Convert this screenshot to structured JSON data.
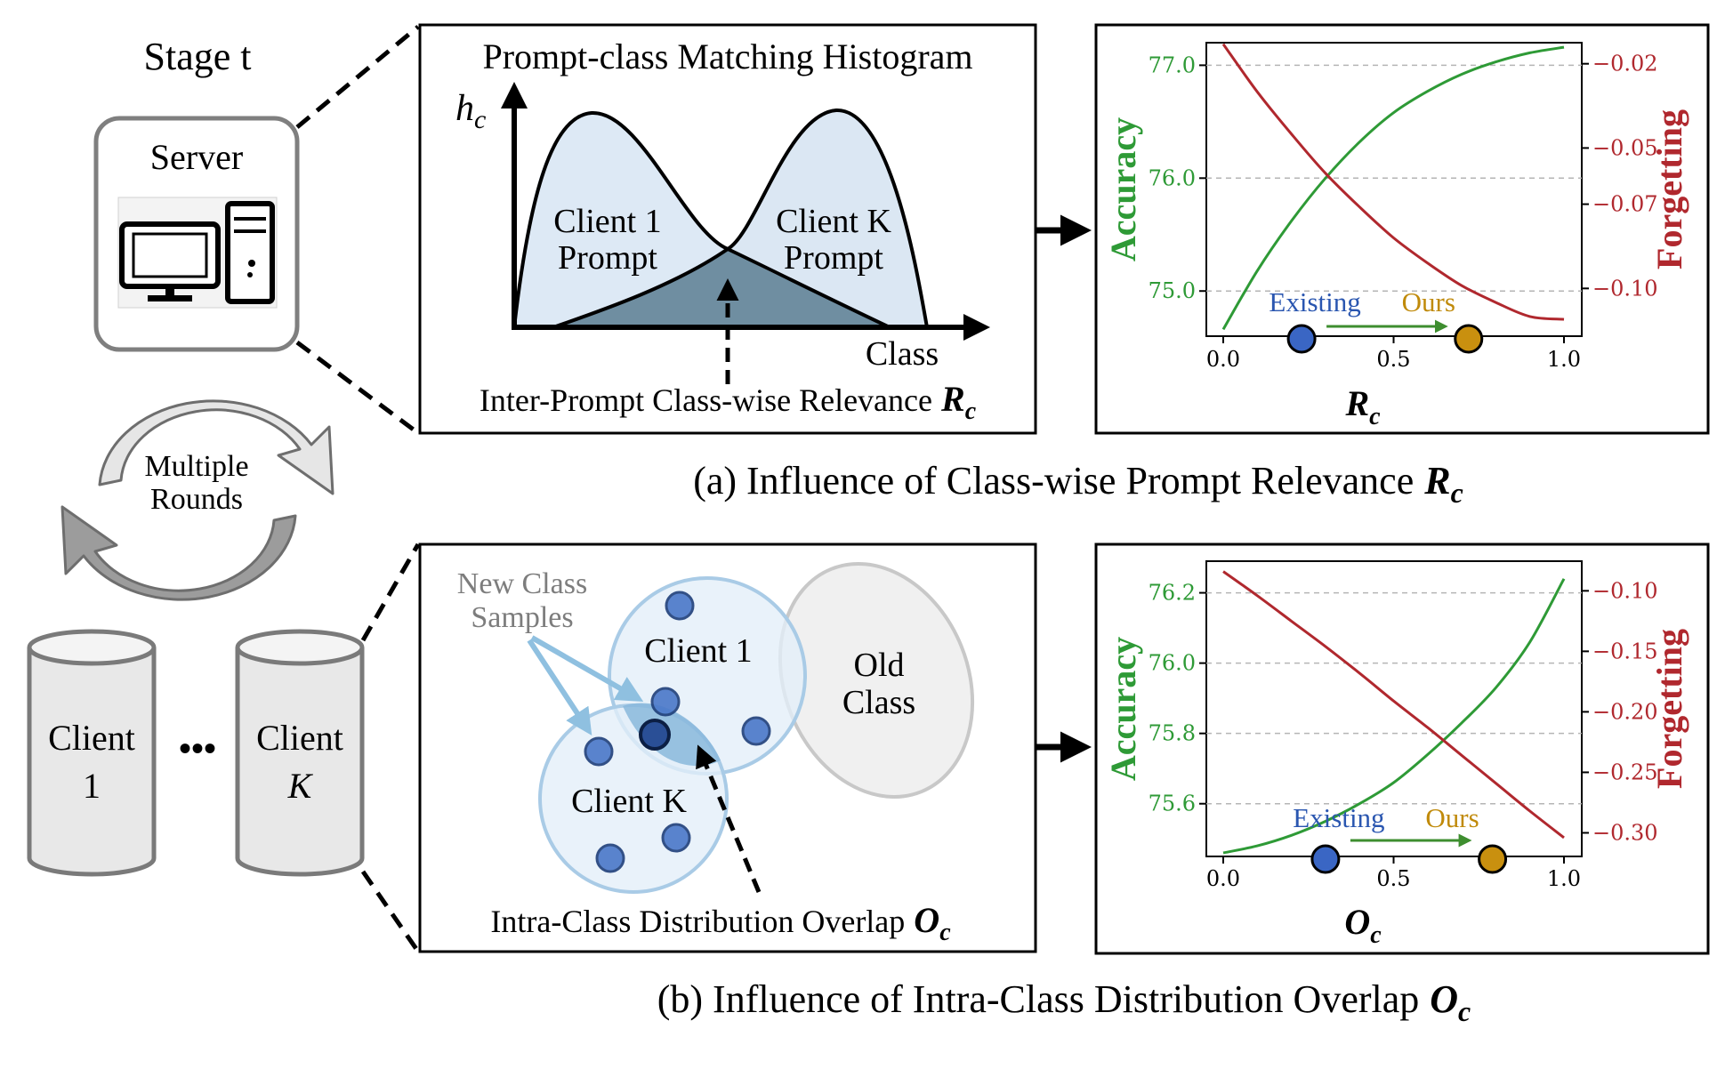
{
  "left": {
    "stage_title": "Stage t",
    "server_label": "Server",
    "rounds_line1": "Multiple",
    "rounds_line2": "Rounds",
    "client_word": "Client",
    "client1_index": "1",
    "clientk_index": "K",
    "ellipsis": "•••"
  },
  "panel_a": {
    "histogram_title": "Prompt-class Matching Histogram",
    "y_symbol": "h",
    "y_subscript": "c",
    "client1_line1": "Client 1",
    "client1_line2": "Prompt",
    "clientk_line1": "Client K",
    "clientk_line2": "Prompt",
    "x_label": "Class",
    "relevance_text": "Inter-Prompt Class-wise Relevance",
    "caption": "(a) Influence of Class-wise Prompt Relevance"
  },
  "panel_b": {
    "samples_line1": "New Class",
    "samples_line2": "Samples",
    "client1_label": "Client 1",
    "clientk_label": "Client K",
    "old_line1": "Old",
    "old_line2": "Class",
    "overlap_text": "Intra-Class Distribution Overlap",
    "caption": "(b) Influence of Intra-Class Distribution Overlap"
  },
  "math": {
    "R": "R",
    "O": "O",
    "c": "c"
  },
  "colors": {
    "accuracy": "#2e9a36",
    "forgetting": "#b0282e",
    "existing_dot": "#3a66c4",
    "ours_dot": "#c9900f",
    "existing_text": "#2a56b0",
    "ours_text": "#c08a0a",
    "arrow": "#3e8e2f"
  },
  "chart_data": [
    {
      "type": "line",
      "title": "",
      "xlabel": "R_c",
      "ylabel": "Accuracy",
      "y2label": "Forgetting",
      "xlim": [
        0.0,
        1.0
      ],
      "ylim": [
        74.6,
        77.2
      ],
      "y2lim": [
        -0.117,
        -0.0125
      ],
      "x_ticks": [
        "0.0",
        "0.5",
        "1.0"
      ],
      "y_ticks": [
        "75.0",
        "76.0",
        "77.0"
      ],
      "y2_ticks": [
        "−0.02",
        "−0.05",
        "−0.07",
        "−0.10"
      ],
      "grid": true,
      "series": [
        {
          "name": "Accuracy",
          "axis": "left",
          "x": [
            0.0,
            0.1,
            0.2,
            0.3,
            0.4,
            0.5,
            0.6,
            0.7,
            0.8,
            0.9,
            1.0
          ],
          "y": [
            74.66,
            75.18,
            75.62,
            76.0,
            76.32,
            76.58,
            76.77,
            76.92,
            77.03,
            77.11,
            77.16
          ]
        },
        {
          "name": "Forgetting",
          "axis": "right",
          "x": [
            0.0,
            0.1,
            0.2,
            0.3,
            0.4,
            0.5,
            0.6,
            0.7,
            0.8,
            0.9,
            1.0
          ],
          "y": [
            -0.013,
            -0.03,
            -0.045,
            -0.059,
            -0.071,
            -0.082,
            -0.091,
            -0.099,
            -0.105,
            -0.11,
            -0.111
          ]
        }
      ],
      "markers": [
        {
          "label": "Existing",
          "x": 0.23
        },
        {
          "label": "Ours",
          "x": 0.72
        }
      ]
    },
    {
      "type": "line",
      "title": "",
      "xlabel": "O_c",
      "ylabel": "Accuracy",
      "y2label": "Forgetting",
      "xlim": [
        0.0,
        1.0
      ],
      "ylim": [
        75.45,
        76.29
      ],
      "y2lim": [
        -0.3195,
        -0.0755
      ],
      "x_ticks": [
        "0.0",
        "0.5",
        "1.0"
      ],
      "y_ticks": [
        "75.6",
        "75.8",
        "76.0",
        "76.2"
      ],
      "y2_ticks": [
        "−0.10",
        "−0.15",
        "−0.20",
        "−0.25",
        "−0.30"
      ],
      "grid": true,
      "series": [
        {
          "name": "Accuracy",
          "axis": "left",
          "x": [
            0.0,
            0.1,
            0.2,
            0.3,
            0.4,
            0.5,
            0.6,
            0.7,
            0.8,
            0.9,
            1.0
          ],
          "y": [
            75.46,
            75.48,
            75.51,
            75.55,
            75.6,
            75.66,
            75.74,
            75.83,
            75.93,
            76.06,
            76.24
          ]
        },
        {
          "name": "Forgetting",
          "axis": "right",
          "x": [
            0.0,
            0.1,
            0.2,
            0.3,
            0.4,
            0.5,
            0.6,
            0.7,
            0.8,
            0.9,
            1.0
          ],
          "y": [
            -0.084,
            -0.104,
            -0.125,
            -0.146,
            -0.168,
            -0.191,
            -0.213,
            -0.236,
            -0.259,
            -0.282,
            -0.304
          ]
        }
      ],
      "markers": [
        {
          "label": "Existing",
          "x": 0.3
        },
        {
          "label": "Ours",
          "x": 0.79
        }
      ]
    }
  ]
}
